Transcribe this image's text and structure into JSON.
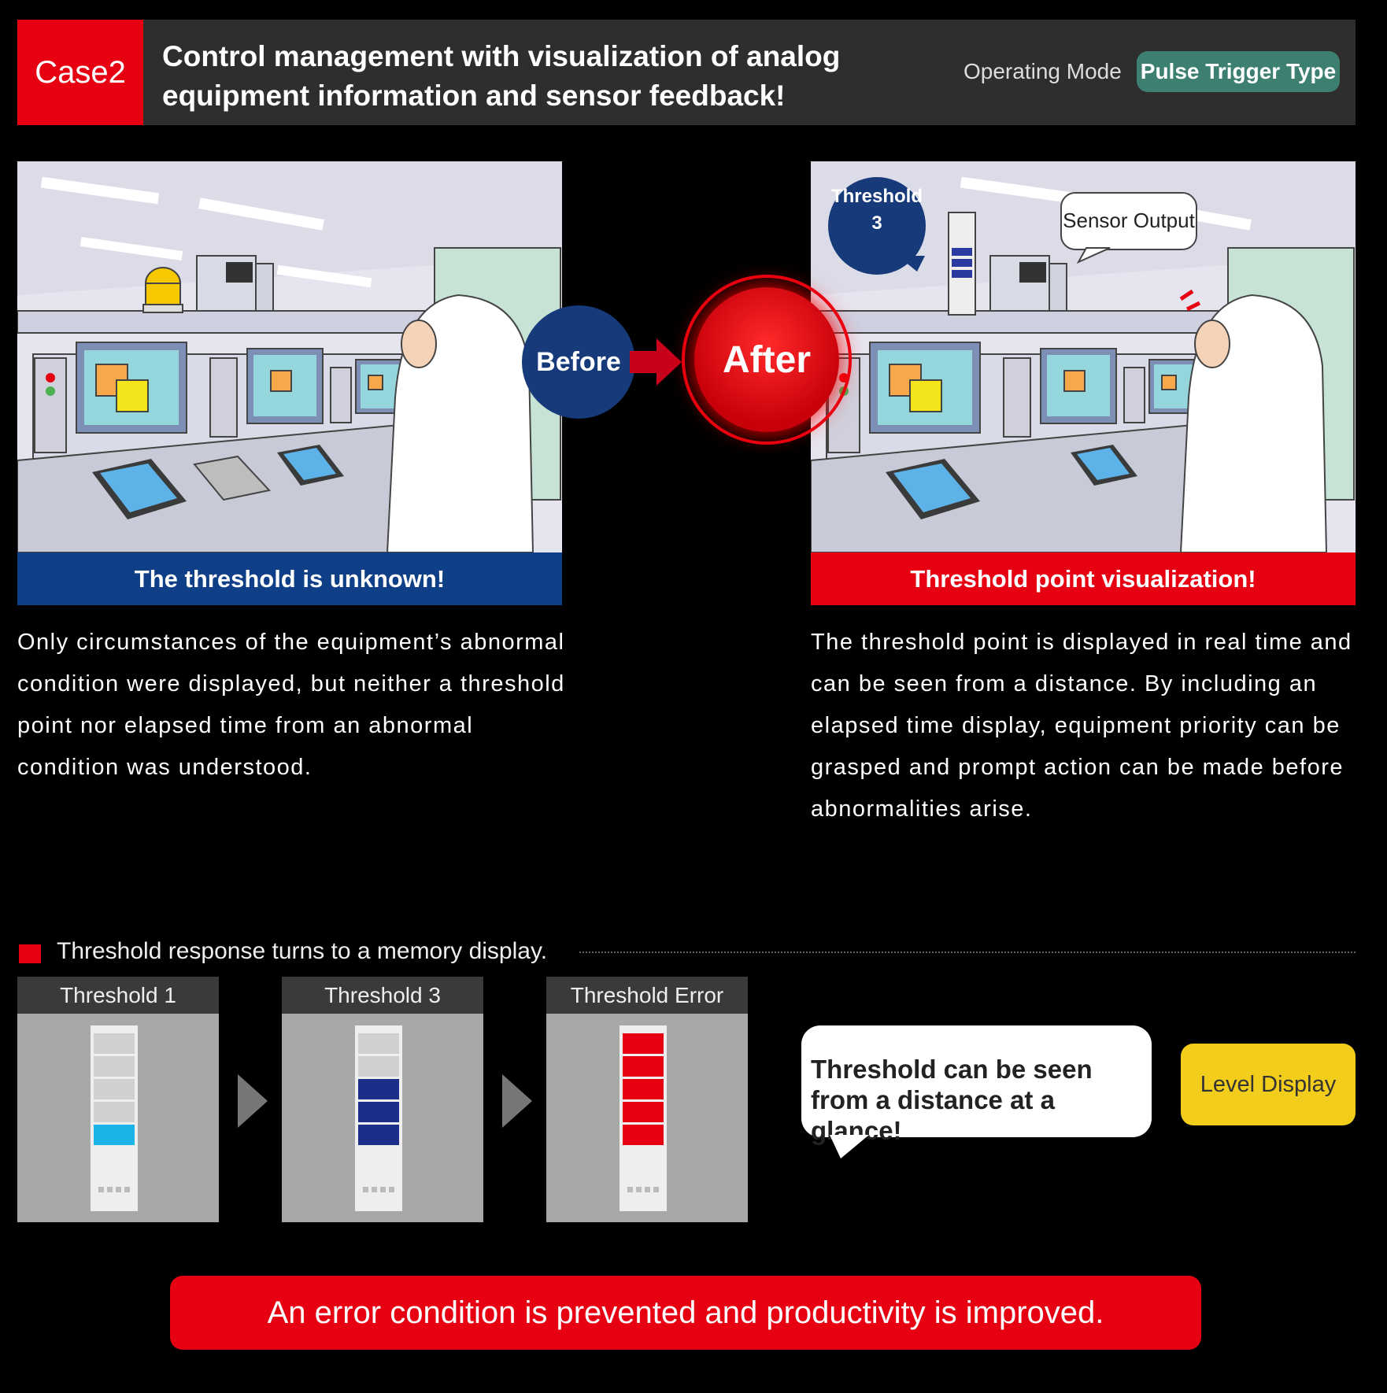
{
  "header": {
    "case_label": "Case2",
    "title": "Control management with visualization of analog equipment information and sensor feedback!",
    "mode_label": "Operating Mode",
    "mode_value": "Pulse Trigger Type"
  },
  "before": {
    "badge": "Before",
    "caption": "The threshold is unknown!",
    "description": "Only circumstances of the equipment’s abnormal condition were displayed, but neither a threshold point nor elapsed time from an abnormal condition was understood."
  },
  "after": {
    "badge": "After",
    "caption": "Threshold point visualization!",
    "threshold_bubble_label": "Threshold",
    "threshold_bubble_value": "3",
    "sensor_output_label": "Sensor Output",
    "description": "The threshold point is displayed in real time and can be seen from a distance. By including an elapsed time display, equipment priority can be grasped and prompt action can be made before abnormalities arise."
  },
  "memory": {
    "title": "Threshold response turns to a memory display.",
    "steps": [
      {
        "label": "Threshold 1",
        "lit": 1,
        "color": "#1ab4e8"
      },
      {
        "label": "Threshold 3",
        "lit": 3,
        "color": "#1d2d8a"
      },
      {
        "label": "Threshold Error",
        "lit": 5,
        "color": "#e60012"
      }
    ],
    "bubble_text": "Threshold can be seen from a distance at a glance!",
    "level_button": "Level Display"
  },
  "footer": {
    "text": "An error condition is prevented and productivity is improved."
  },
  "colors": {
    "brand_red": "#e60012",
    "brand_navy": "#163a7a",
    "mode_green": "#3d8072",
    "level_yellow": "#f2cd1b"
  }
}
